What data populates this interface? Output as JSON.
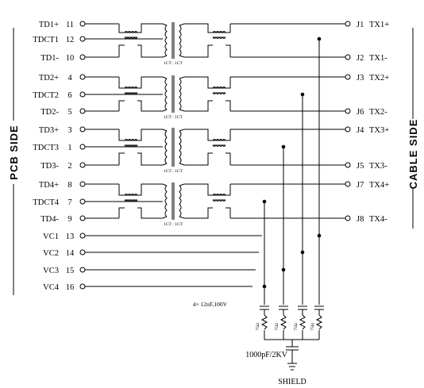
{
  "side_labels": {
    "left": "PCB SIDE",
    "right": "CABLE SIDE"
  },
  "left_pins": [
    {
      "name": "TD1+",
      "num": "11"
    },
    {
      "name": "TDCT1",
      "num": "12"
    },
    {
      "name": "TD1-",
      "num": "10"
    },
    {
      "name": "TD2+",
      "num": "4"
    },
    {
      "name": "TDCT2",
      "num": "6"
    },
    {
      "name": "TD2-",
      "num": "5"
    },
    {
      "name": "TD3+",
      "num": "3"
    },
    {
      "name": "TDCT3",
      "num": "1"
    },
    {
      "name": "TD3-",
      "num": "2"
    },
    {
      "name": "TD4+",
      "num": "8"
    },
    {
      "name": "TDCT4",
      "num": "7"
    },
    {
      "name": "TD4-",
      "num": "9"
    },
    {
      "name": "VC1",
      "num": "13"
    },
    {
      "name": "VC2",
      "num": "14"
    },
    {
      "name": "VC3",
      "num": "15"
    },
    {
      "name": "VC4",
      "num": "16"
    }
  ],
  "right_pins": [
    {
      "num": "J1",
      "name": "TX1+"
    },
    {
      "num": "J2",
      "name": "TX1-"
    },
    {
      "num": "J3",
      "name": "TX2+"
    },
    {
      "num": "J6",
      "name": "TX2-"
    },
    {
      "num": "J4",
      "name": "TX3+"
    },
    {
      "num": "J5",
      "name": "TX3-"
    },
    {
      "num": "J7",
      "name": "TX4+"
    },
    {
      "num": "J8",
      "name": "TX4-"
    }
  ],
  "ratio_label": "1CT : 1CT",
  "cap_note": "4× 12nF,100V",
  "resistor_label": "75Ω",
  "hv_cap_label": "1000pF/2KV",
  "shield_label": "SHIELD"
}
